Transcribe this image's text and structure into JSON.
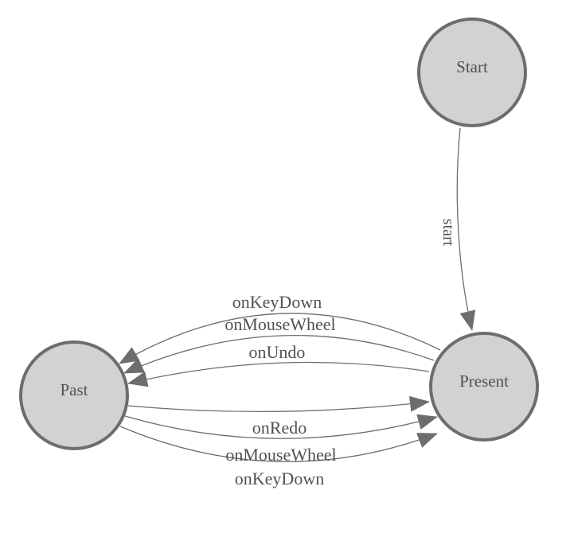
{
  "diagram": {
    "type": "finite-state-machine",
    "nodes": [
      {
        "id": "start",
        "label": "Start"
      },
      {
        "id": "past",
        "label": "Past"
      },
      {
        "id": "present",
        "label": "Present"
      }
    ],
    "edges": [
      {
        "from": "start",
        "to": "present",
        "label": "start"
      },
      {
        "from": "present",
        "to": "past",
        "label": "onKeyDown"
      },
      {
        "from": "present",
        "to": "past",
        "label": "onMouseWheel"
      },
      {
        "from": "present",
        "to": "past",
        "label": "onUndo"
      },
      {
        "from": "past",
        "to": "present",
        "label": "onRedo"
      },
      {
        "from": "past",
        "to": "present",
        "label": "onMouseWheel"
      },
      {
        "from": "past",
        "to": "present",
        "label": "onKeyDown"
      }
    ]
  },
  "colors": {
    "background": "#ffffff",
    "node-fill": "#d2d2d2",
    "node-stroke": "#6d6d6d",
    "edge-line": "#6d6d6d",
    "label-text": "#4e5256"
  }
}
